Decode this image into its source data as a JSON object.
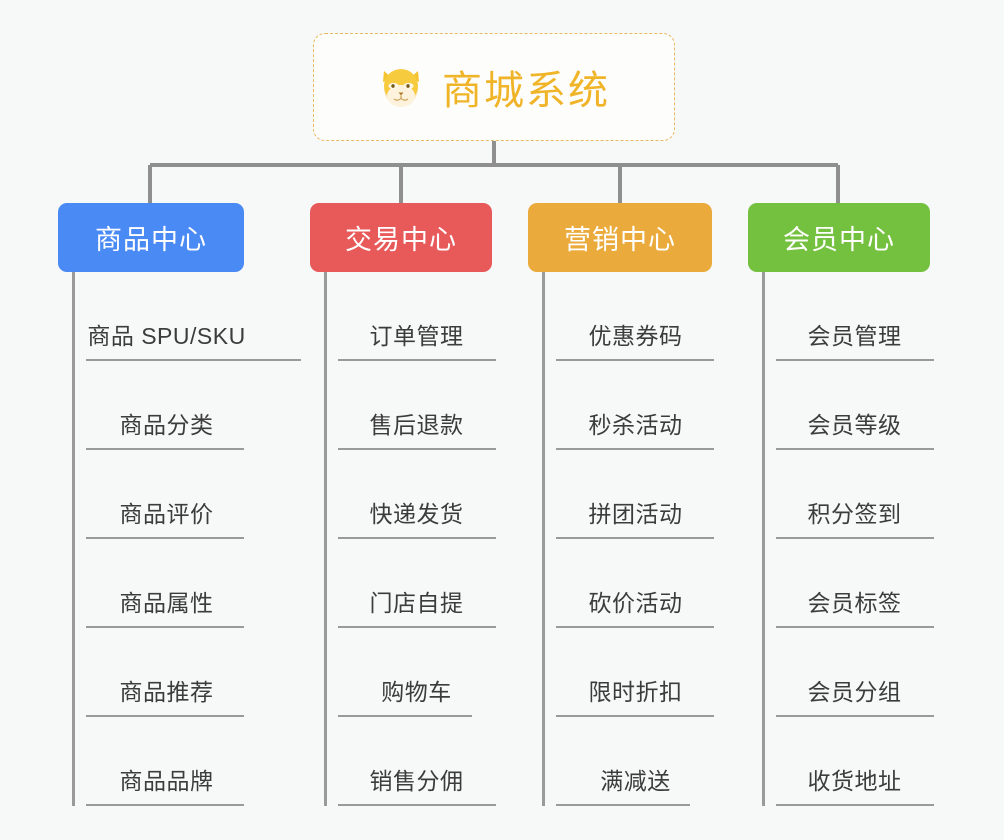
{
  "root": {
    "title": "商城系统",
    "icon": "shiba-dog-face-icon",
    "title_color": "#f0b429",
    "border_color": "#e8b95e"
  },
  "connector_color": "#8f8f8f",
  "background_color": "#f7f8f8",
  "branches": [
    {
      "label": "商品中心",
      "color": "#4a8af4",
      "items": [
        "商品 SPU/SKU",
        "商品分类",
        "商品评价",
        "商品属性",
        "商品推荐",
        "商品品牌"
      ]
    },
    {
      "label": "交易中心",
      "color": "#e8595a",
      "items": [
        "订单管理",
        "售后退款",
        "快递发货",
        "门店自提",
        "购物车",
        "销售分佣"
      ]
    },
    {
      "label": "营销中心",
      "color": "#eaab3c",
      "items": [
        "优惠券码",
        "秒杀活动",
        "拼团活动",
        "砍价活动",
        "限时折扣",
        "满减送"
      ]
    },
    {
      "label": "会员中心",
      "color": "#74c13f",
      "items": [
        "会员管理",
        "会员等级",
        "积分签到",
        "会员标签",
        "会员分组",
        "收货地址"
      ]
    }
  ]
}
